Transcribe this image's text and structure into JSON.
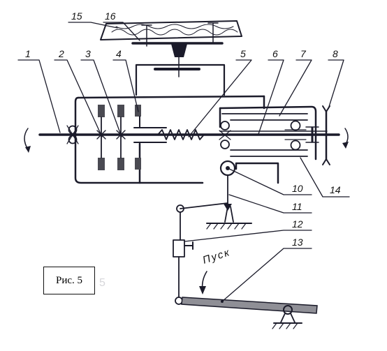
{
  "figure": {
    "caption": "Рис. 5",
    "start_label": "Пуск"
  },
  "callouts": [
    {
      "id": "1",
      "text": "1"
    },
    {
      "id": "2",
      "text": "2"
    },
    {
      "id": "3",
      "text": "3"
    },
    {
      "id": "4",
      "text": "4"
    },
    {
      "id": "5",
      "text": "5"
    },
    {
      "id": "6",
      "text": "6"
    },
    {
      "id": "7",
      "text": "7"
    },
    {
      "id": "8",
      "text": "8"
    },
    {
      "id": "10",
      "text": "10"
    },
    {
      "id": "11",
      "text": "11"
    },
    {
      "id": "12",
      "text": "12"
    },
    {
      "id": "13",
      "text": "13"
    },
    {
      "id": "14",
      "text": "14"
    },
    {
      "id": "15",
      "text": "15"
    },
    {
      "id": "16",
      "text": "16"
    }
  ],
  "colors": {
    "ink": "#1b1b2a",
    "fill_dark": "#4a4a52",
    "pedal_fill": "#8f8f96"
  }
}
